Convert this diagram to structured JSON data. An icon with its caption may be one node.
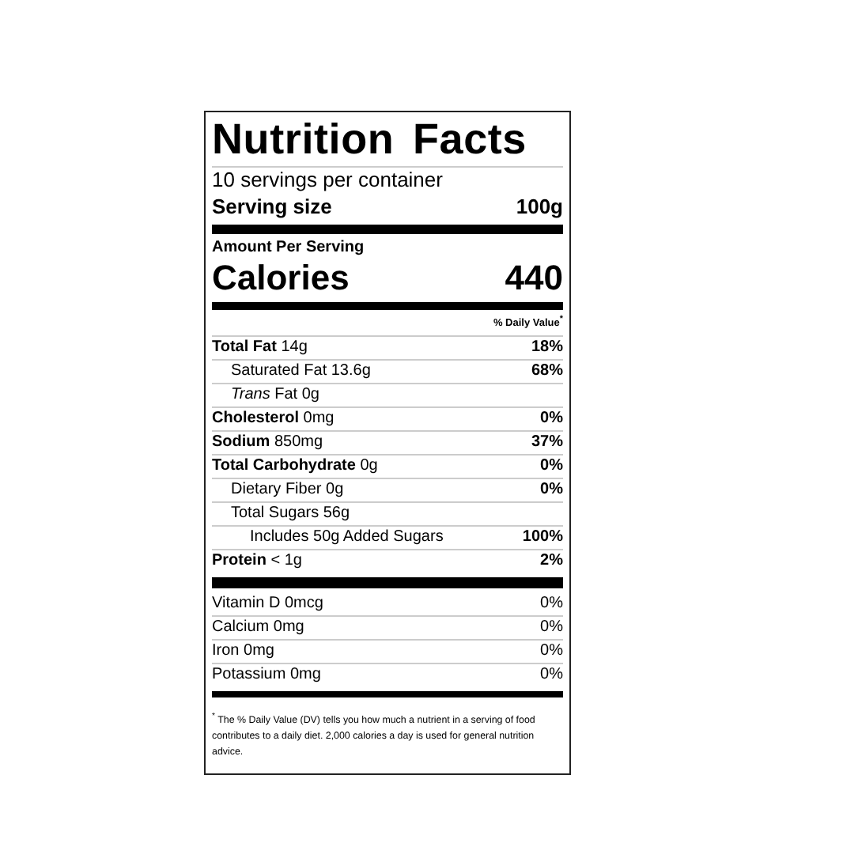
{
  "diagram": {
    "title": "Nutrition Facts",
    "labels": [
      "10 servings per container",
      "Serving size",
      "100g",
      "Amount Per Serving",
      "Calories",
      "440",
      "% Daily Value$^{*}$",
      "**Total Fat** 14g",
      "18%",
      "Saturated Fat 13.6g",
      "68%",
      "*Trans* Fat 0g",
      "**Cholesterol** 0mg",
      "0%",
      "**Sodium** 850mg",
      "37%",
      "**Total Carbohydrate** 0g",
      "0%",
      "Dietary Fiber 0g",
      "0%",
      "Total Sugars 56g",
      "Includes 50g Added Sugars",
      "100%",
      "**Protein** < 1g",
      "2%",
      "Vitamin D 0mcg",
      "0%",
      "Calcium 0mg",
      "0%",
      "Iron 0mg",
      "0%",
      "Potassium 0mg",
      "0%",
      "$^{*}$ The % Daily Value (DV) tells you how much a nutrient in a serving of food contributes to a daily diet. 2,000 calories a day is used for general nutrition advice."
    ]
  }
}
